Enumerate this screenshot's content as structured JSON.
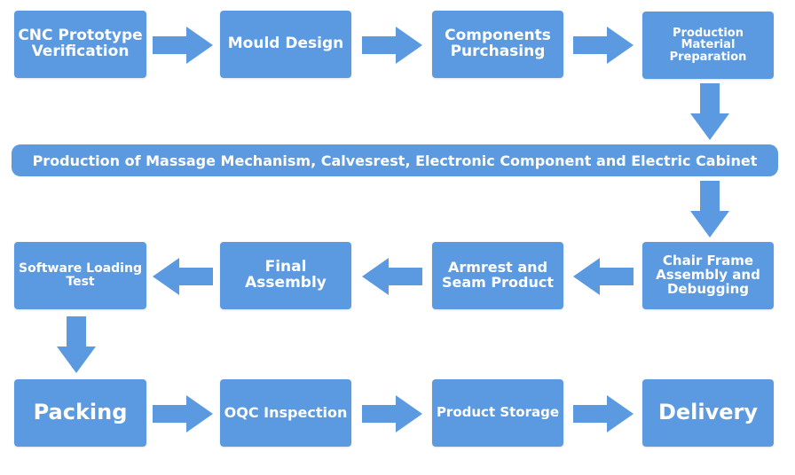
{
  "colors": {
    "box": "#5b9ae0",
    "text": "#ffffff",
    "background": "#ffffff"
  },
  "steps": {
    "cnc": "CNC Prototype Verification",
    "mould": "Mould Design",
    "purchasing": "Components Purchasing",
    "material": "Production Material Preparation",
    "production": "Production of Massage Mechanism, Calvesrest, Electronic Component and Electric Cabinet",
    "chair_frame": "Chair Frame Assembly and Debugging",
    "armrest": "Armrest and Seam Product",
    "final_assembly": "Final Assembly",
    "software": "Software Loading Test",
    "packing": "Packing",
    "oqc": "OQC Inspection",
    "storage": "Product Storage",
    "delivery": "Delivery"
  }
}
